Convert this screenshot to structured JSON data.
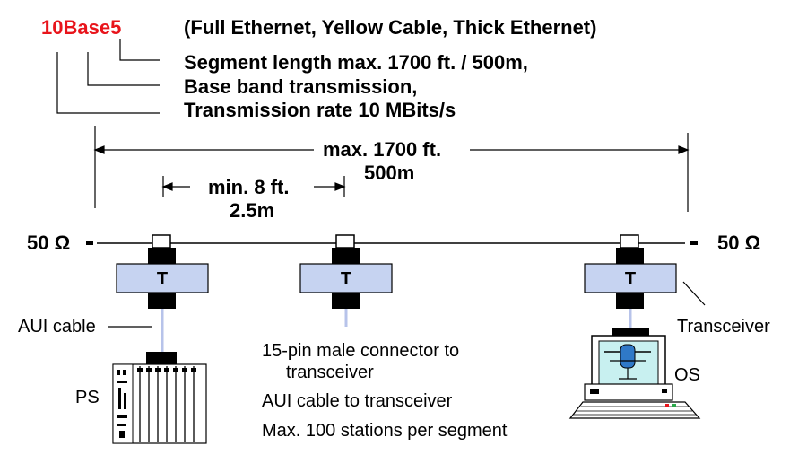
{
  "header": {
    "standard": "10Base5",
    "description": "(Full Ethernet, Yellow Cable, Thick Ethernet)",
    "notes": [
      "Segment length max. 1700 ft. / 500m,",
      "Base band transmission,",
      "Transmission rate 10 MBits/s"
    ],
    "standard_color": "#e8141b"
  },
  "dimensions": {
    "max_line1": "max.  1700 ft.",
    "max_line2": "500m",
    "min_line1": "min. 8 ft.",
    "min_line2": "2.5m"
  },
  "terminators": {
    "left": "50 Ω",
    "right": "50 Ω"
  },
  "transceiver_letter": "T",
  "labels": {
    "aui_cable": "AUI cable",
    "ps": "PS",
    "transceiver": "Transceiver",
    "os": "OS",
    "notes": [
      "15-pin male connector to",
      "transceiver",
      "AUI cable to transceiver",
      "Max. 100 stations per segment"
    ]
  },
  "colors": {
    "transceiver_fill": "#c6d3f1",
    "aui_cable": "#b7c3ea",
    "monitor_screen": "#c8f0f0"
  }
}
